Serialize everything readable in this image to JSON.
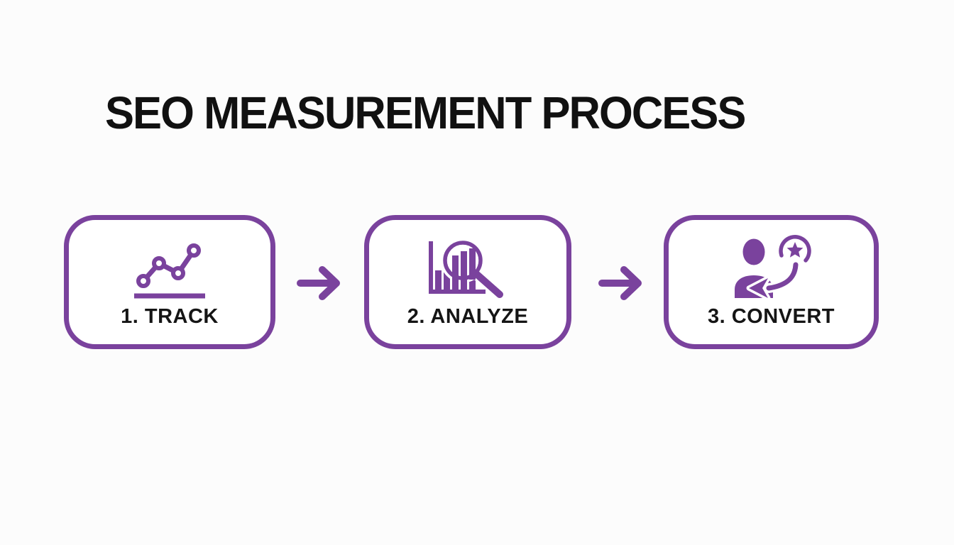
{
  "title": "SEO MEASUREMENT PROCESS",
  "colors": {
    "accent": "#7a429d",
    "title_text": "#111111",
    "label_text": "#151515",
    "background": "#fcfcfc",
    "box_fill": "#ffffff"
  },
  "steps": [
    {
      "label": "1. TRACK",
      "icon": "trend-line-chart-icon"
    },
    {
      "label": "2. ANALYZE",
      "icon": "bar-chart-magnifier-icon"
    },
    {
      "label": "3. CONVERT",
      "icon": "person-star-conversion-icon"
    }
  ],
  "connectors": [
    {
      "icon": "arrow-right-icon"
    },
    {
      "icon": "arrow-right-icon"
    }
  ]
}
